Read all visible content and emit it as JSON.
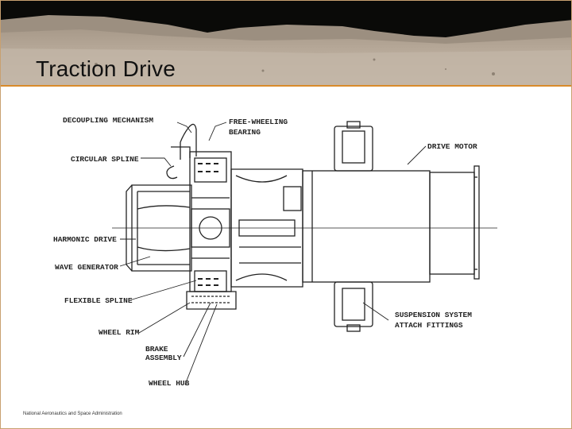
{
  "slide": {
    "title": "Traction Drive",
    "footer": "National Aeronautics and Space Administration"
  },
  "diagram": {
    "labels": {
      "decoupling_mechanism": "DECOUPLING MECHANISM",
      "free_wheeling": "FREE-WHEELING",
      "bearing": "BEARING",
      "drive_motor": "DRIVE MOTOR",
      "circular_spline": "CIRCULAR SPLINE",
      "harmonic_drive": "HARMONIC DRIVE",
      "wave_generator": "WAVE GENERATOR",
      "flexible_spline": "FLEXIBLE SPLINE",
      "wheel_rim": "WHEEL RIM",
      "brake": "BRAKE",
      "assembly": "ASSEMBLY",
      "wheel_hub": "WHEEL HUB",
      "suspension_system": "SUSPENSION SYSTEM",
      "attach_fittings": "ATTACH FITTINGS"
    }
  },
  "colors": {
    "banner_accent": "#d98a2a",
    "sky": "#0a0a08",
    "regolith": "#b8a998"
  }
}
